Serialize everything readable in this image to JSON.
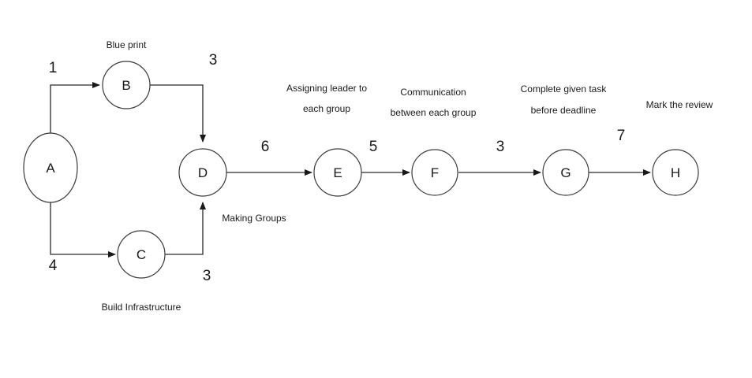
{
  "nodes": [
    {
      "id": "A",
      "label": "A"
    },
    {
      "id": "B",
      "label": "B"
    },
    {
      "id": "C",
      "label": "C"
    },
    {
      "id": "D",
      "label": "D"
    },
    {
      "id": "E",
      "label": "E"
    },
    {
      "id": "F",
      "label": "F"
    },
    {
      "id": "G",
      "label": "G"
    },
    {
      "id": "H",
      "label": "H"
    }
  ],
  "edges": [
    {
      "from": "A",
      "to": "B",
      "weight": "1"
    },
    {
      "from": "A",
      "to": "C",
      "weight": "4"
    },
    {
      "from": "B",
      "to": "D",
      "weight": "3"
    },
    {
      "from": "C",
      "to": "D",
      "weight": "3"
    },
    {
      "from": "D",
      "to": "E",
      "weight": "6"
    },
    {
      "from": "E",
      "to": "F",
      "weight": "5"
    },
    {
      "from": "F",
      "to": "G",
      "weight": "3"
    },
    {
      "from": "G",
      "to": "H",
      "weight": "7"
    }
  ],
  "captions": {
    "blueprint": "Blue print",
    "build_infrastructure": "Build Infrastructure",
    "making_groups": "Making Groups",
    "assigning_leader": [
      "Assigning leader to",
      "each group"
    ],
    "communication": [
      "Communication",
      "between each group"
    ],
    "complete_task": [
      "Complete given task",
      "before deadline"
    ],
    "mark_review": "Mark the review"
  }
}
